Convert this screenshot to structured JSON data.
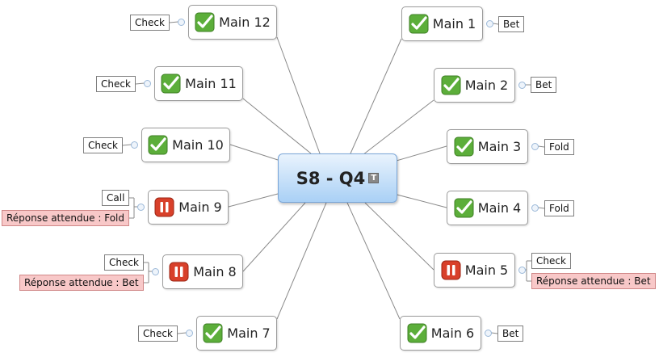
{
  "center": {
    "title": "S8 - Q4",
    "note_icon": "text-note-icon"
  },
  "icons": {
    "check": "green-check-icon",
    "pause": "red-pause-icon"
  },
  "colors": {
    "check_green": "#5cae3a",
    "pause_red": "#d8402a",
    "warning_fill": "#f8c8c8",
    "center_fill": "#a9d0f5"
  },
  "hands": [
    {
      "label": "Main 1",
      "icon": "check",
      "action": "Bet"
    },
    {
      "label": "Main 2",
      "icon": "check",
      "action": "Bet"
    },
    {
      "label": "Main 3",
      "icon": "check",
      "action": "Fold"
    },
    {
      "label": "Main 4",
      "icon": "check",
      "action": "Fold"
    },
    {
      "label": "Main 5",
      "icon": "pause",
      "action": "Check",
      "expected": "Réponse attendue : Bet"
    },
    {
      "label": "Main 6",
      "icon": "check",
      "action": "Bet"
    },
    {
      "label": "Main 7",
      "icon": "check",
      "action": "Check"
    },
    {
      "label": "Main 8",
      "icon": "pause",
      "action": "Check",
      "expected": "Réponse attendue : Bet"
    },
    {
      "label": "Main 9",
      "icon": "pause",
      "action": "Call",
      "expected": "Réponse attendue : Fold"
    },
    {
      "label": "Main 10",
      "icon": "check",
      "action": "Check"
    },
    {
      "label": "Main 11",
      "icon": "check",
      "action": "Check"
    },
    {
      "label": "Main 12",
      "icon": "check",
      "action": "Check"
    }
  ]
}
